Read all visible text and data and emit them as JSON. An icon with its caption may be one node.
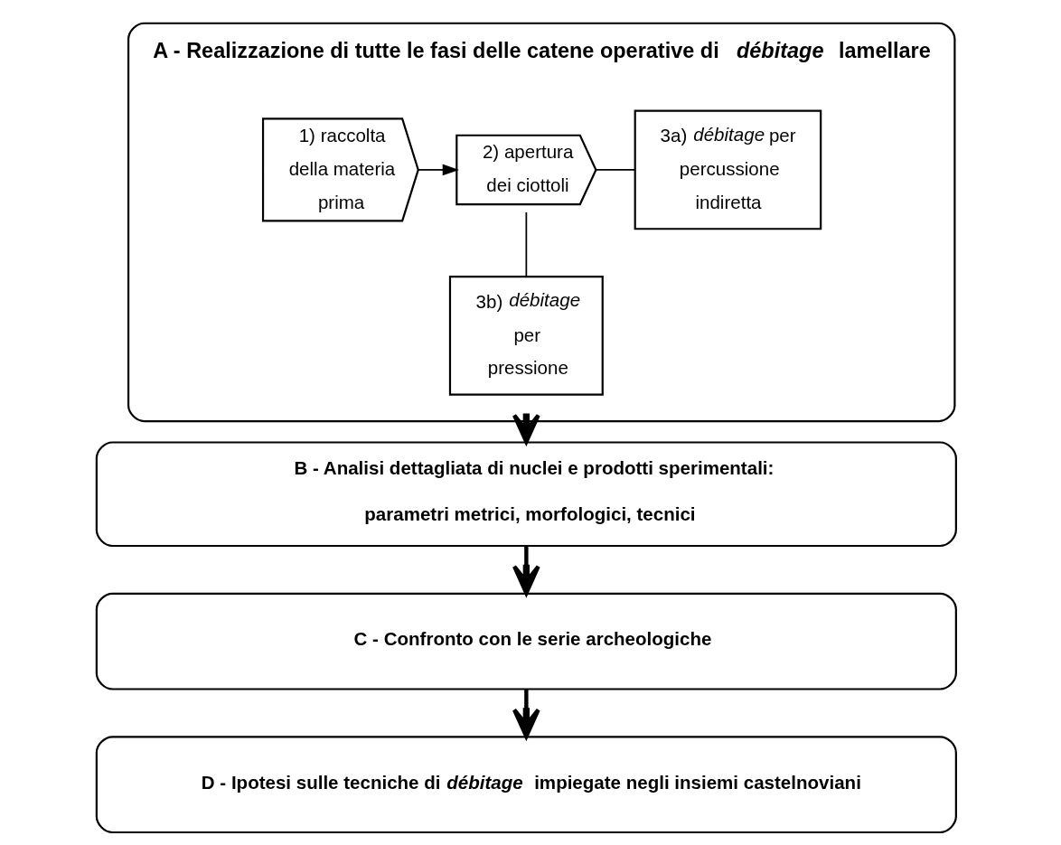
{
  "diagram": {
    "nodes": [
      {
        "text": [
          "A - Realizzazione di tutte le fasi delle catene operative di *débitage* lamellare"
        ]
      },
      {
        "text": [
          "1) raccolta della materia prima"
        ],
        "in": 0
      },
      {
        "text": [
          "2) apertura dei ciottoli"
        ],
        "in": 0
      },
      {
        "text": [
          "3a) *débitage* per percussione indiretta"
        ],
        "in": 0
      },
      {
        "text": [
          "3b) *débitage* per pressione"
        ],
        "in": 0
      },
      {
        "text": [
          "B - Analisi dettagliata di nuclei e prodotti sperimentali: parametri metrici, morfologici, tecnici"
        ]
      },
      {
        "text": [
          "C - Confronto con le serie archeologiche"
        ]
      },
      {
        "text": [
          "D - Ipotesi sulle tecniche di *débitage* impiegate negli insiemi castelnoviani"
        ]
      }
    ],
    "edges": [
      {
        "from": 1,
        "to": 2,
        "arrow": "to"
      },
      {
        "from": 2,
        "to": 3,
        "arrow": "none"
      },
      {
        "from": 2,
        "to": 4,
        "arrow": "none"
      },
      {
        "from": 0,
        "to": 5,
        "arrow": "to",
        "style": "thick"
      },
      {
        "from": 5,
        "to": 6,
        "arrow": "to",
        "style": "thick"
      },
      {
        "from": 6,
        "to": 7,
        "arrow": "to",
        "style": "thick"
      }
    ]
  }
}
